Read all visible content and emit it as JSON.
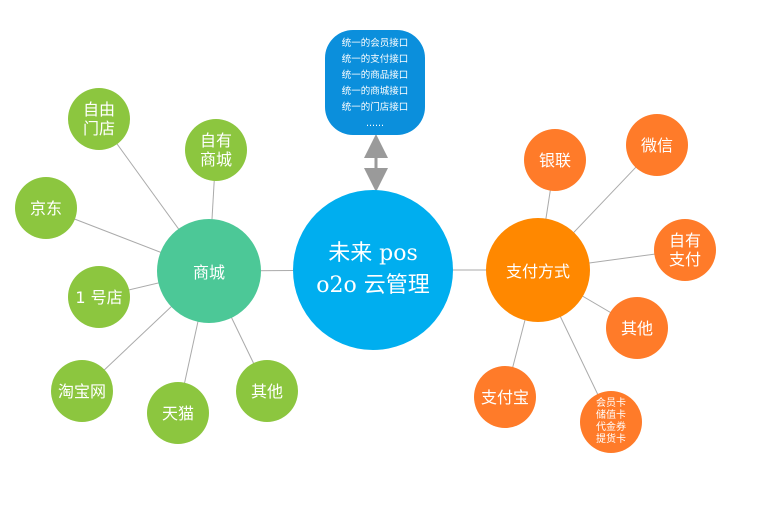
{
  "colors": {
    "center": "#00aeef",
    "shop_hub": "#4cc897",
    "pay_hub": "#ff8800",
    "green": "#8cc63f",
    "orange": "#ff7b29",
    "box": "#0b8fdc",
    "line": "#aaaaaa",
    "arrow": "#9a9a9a"
  },
  "interface_box": {
    "lines": [
      "统一的会员接口",
      "统一的支付接口",
      "统一的商品接口",
      "统一的商城接口",
      "统一的门店接口",
      "......"
    ]
  },
  "center": {
    "lines": [
      "未来 pos",
      "o2o 云管理"
    ]
  },
  "shop_hub": {
    "label": "商城",
    "leaves": [
      {
        "lines": [
          "自由",
          "门店"
        ]
      },
      {
        "lines": [
          "自有",
          "商城"
        ]
      },
      {
        "lines": [
          "京东"
        ]
      },
      {
        "lines": [
          "1 号店"
        ]
      },
      {
        "lines": [
          "淘宝网"
        ]
      },
      {
        "lines": [
          "天猫"
        ]
      },
      {
        "lines": [
          "其他"
        ]
      }
    ]
  },
  "pay_hub": {
    "label": "支付方式",
    "leaves": [
      {
        "lines": [
          "银联"
        ]
      },
      {
        "lines": [
          "微信"
        ]
      },
      {
        "lines": [
          "自有",
          "支付"
        ]
      },
      {
        "lines": [
          "其他"
        ]
      },
      {
        "lines": [
          "支付宝"
        ]
      },
      {
        "lines": [
          "会员卡",
          "储值卡",
          "代金券",
          "提货卡"
        ]
      }
    ]
  }
}
